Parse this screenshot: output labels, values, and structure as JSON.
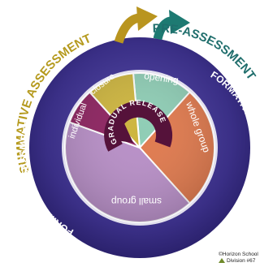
{
  "diagram": {
    "outer_labels": {
      "summative_assessment": "SUMMATIVE ASSESSMENT",
      "pre_assessment": "PRE-ASSESSMENT",
      "formative_assessment_left": "FORMATIVE ASSESSMENT",
      "formative_assessment_right": "FORMATIVE ASSESSMENT"
    },
    "segments": [
      {
        "key": "opening",
        "label": "opening",
        "color": "#8fcdb5"
      },
      {
        "key": "whole_group",
        "label": "whole group",
        "color": "#e07a4e"
      },
      {
        "key": "small_group",
        "label": "small group",
        "color": "#b88fc7"
      },
      {
        "key": "individual",
        "label": "individual",
        "color": "#8e2461"
      },
      {
        "key": "closure",
        "label": "closure",
        "color": "#cdb53f"
      }
    ],
    "center_label": "GRADUAL RELEASE",
    "colors": {
      "ring": "#3a2f86",
      "ring_light": "#5e53b0",
      "summative_text": "#b59a1e",
      "pre_text": "#1f6e6c",
      "summative_arrow": "#b9951f",
      "pre_arrow": "#1d7a72",
      "center_arrow": "#55123a"
    }
  },
  "credit": {
    "line1": "©Horizon School",
    "line2": "Division #67"
  }
}
